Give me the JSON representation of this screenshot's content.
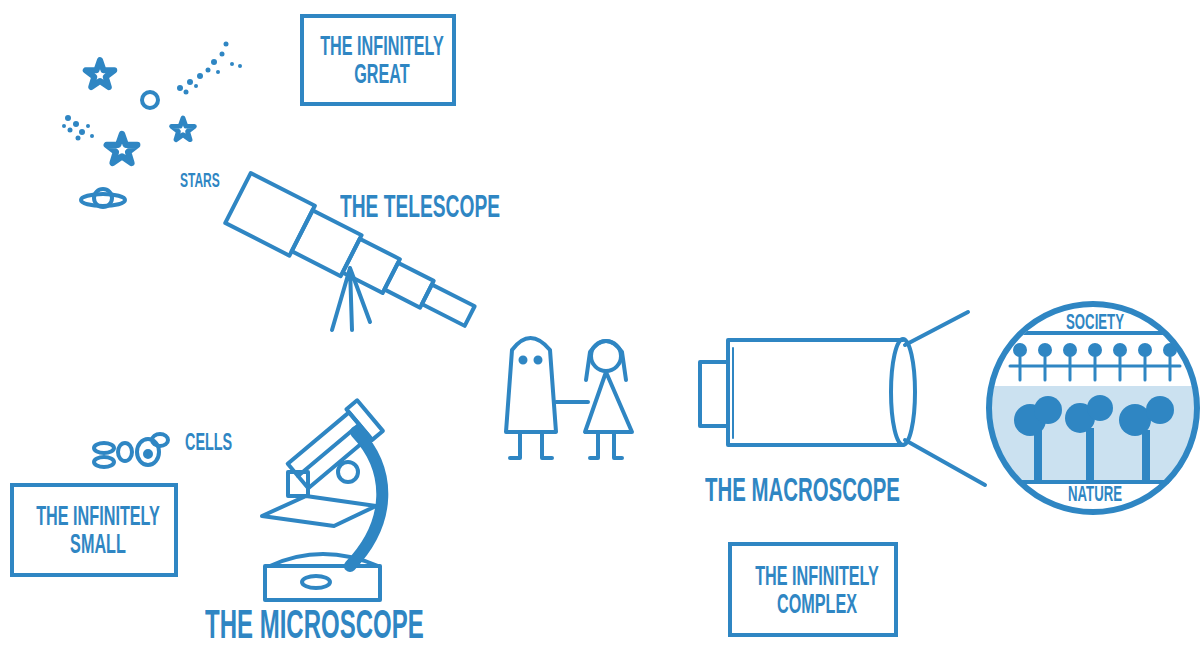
{
  "diagram": {
    "nodes": [
      {
        "text": [
          "THE INFINITELY GREAT"
        ]
      },
      {
        "text": [
          "SOCIETY",
          "NATURE"
        ]
      },
      {
        "text": [
          "THE INFINITELY SMALL"
        ]
      },
      {
        "text": [
          "THE INFINITELY COMPLEX"
        ]
      }
    ],
    "labels": [
      "STARS",
      "THE TELESCOPE",
      "CELLS",
      "THE MICROSCOPE",
      "THE MACROSCOPE"
    ]
  }
}
